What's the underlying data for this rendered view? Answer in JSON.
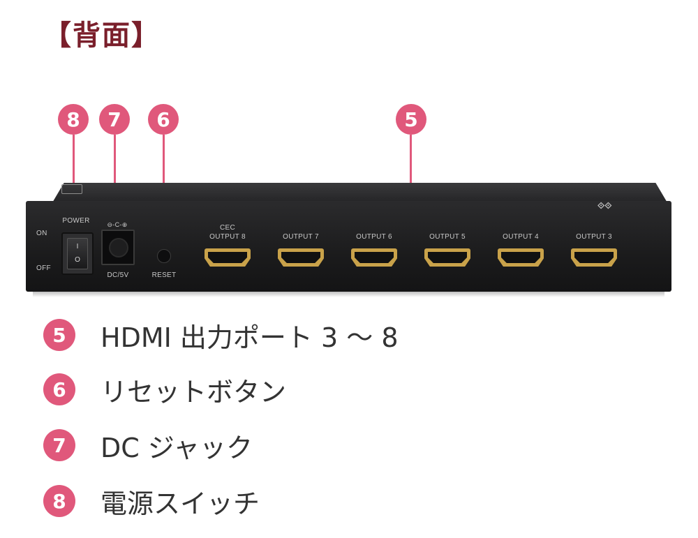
{
  "heading": "【背面】",
  "callouts": [
    "8",
    "7",
    "6",
    "5"
  ],
  "device": {
    "power_label": "POWER",
    "on_label": "ON",
    "off_label": "OFF",
    "switch_top": "I",
    "switch_bottom": "O",
    "dc_symbol": "⊖-C-⊕",
    "dc_label": "DC/5V",
    "reset_label": "RESET",
    "cec_label": "CEC",
    "ports": [
      "OUTPUT 8",
      "OUTPUT 7",
      "OUTPUT 6",
      "OUTPUT 5",
      "OUTPUT 4",
      "OUTPUT 3"
    ]
  },
  "legend": [
    {
      "num": "5",
      "text": "HDMI 出力ポート 3 ～ 8"
    },
    {
      "num": "6",
      "text": "リセットボタン"
    },
    {
      "num": "7",
      "text": "DC ジャック"
    },
    {
      "num": "8",
      "text": "電源スイッチ"
    }
  ],
  "colors": {
    "accent": "#e0587b",
    "heading": "#7a1f2b",
    "device": "#1f1f20",
    "port": "#c9a24a"
  }
}
